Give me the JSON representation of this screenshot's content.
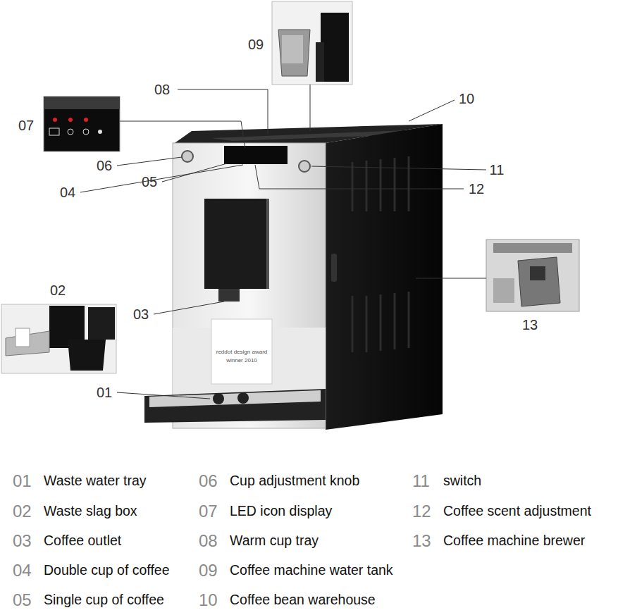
{
  "diagram": {
    "labels": [
      "09",
      "08",
      "10",
      "07",
      "06",
      "11",
      "05",
      "12",
      "04",
      "02",
      "03",
      "13",
      "01",
      "01",
      "Waste water tray",
      "06",
      "Cup adjustment knob",
      "11",
      "switch",
      "02",
      "Waste slag box",
      "07",
      "LED icon display",
      "12",
      "Coffee scent adjustment",
      "03",
      "Coffee outlet",
      "08",
      "Warm cup tray",
      "13",
      "Coffee machine brewer",
      "04",
      "Double cup of coffee",
      "09",
      "Coffee machine water tank",
      "05",
      "Single cup of coffee",
      "10",
      "Coffee bean warehouse",
      "reddot design award",
      "winner 2010"
    ]
  }
}
